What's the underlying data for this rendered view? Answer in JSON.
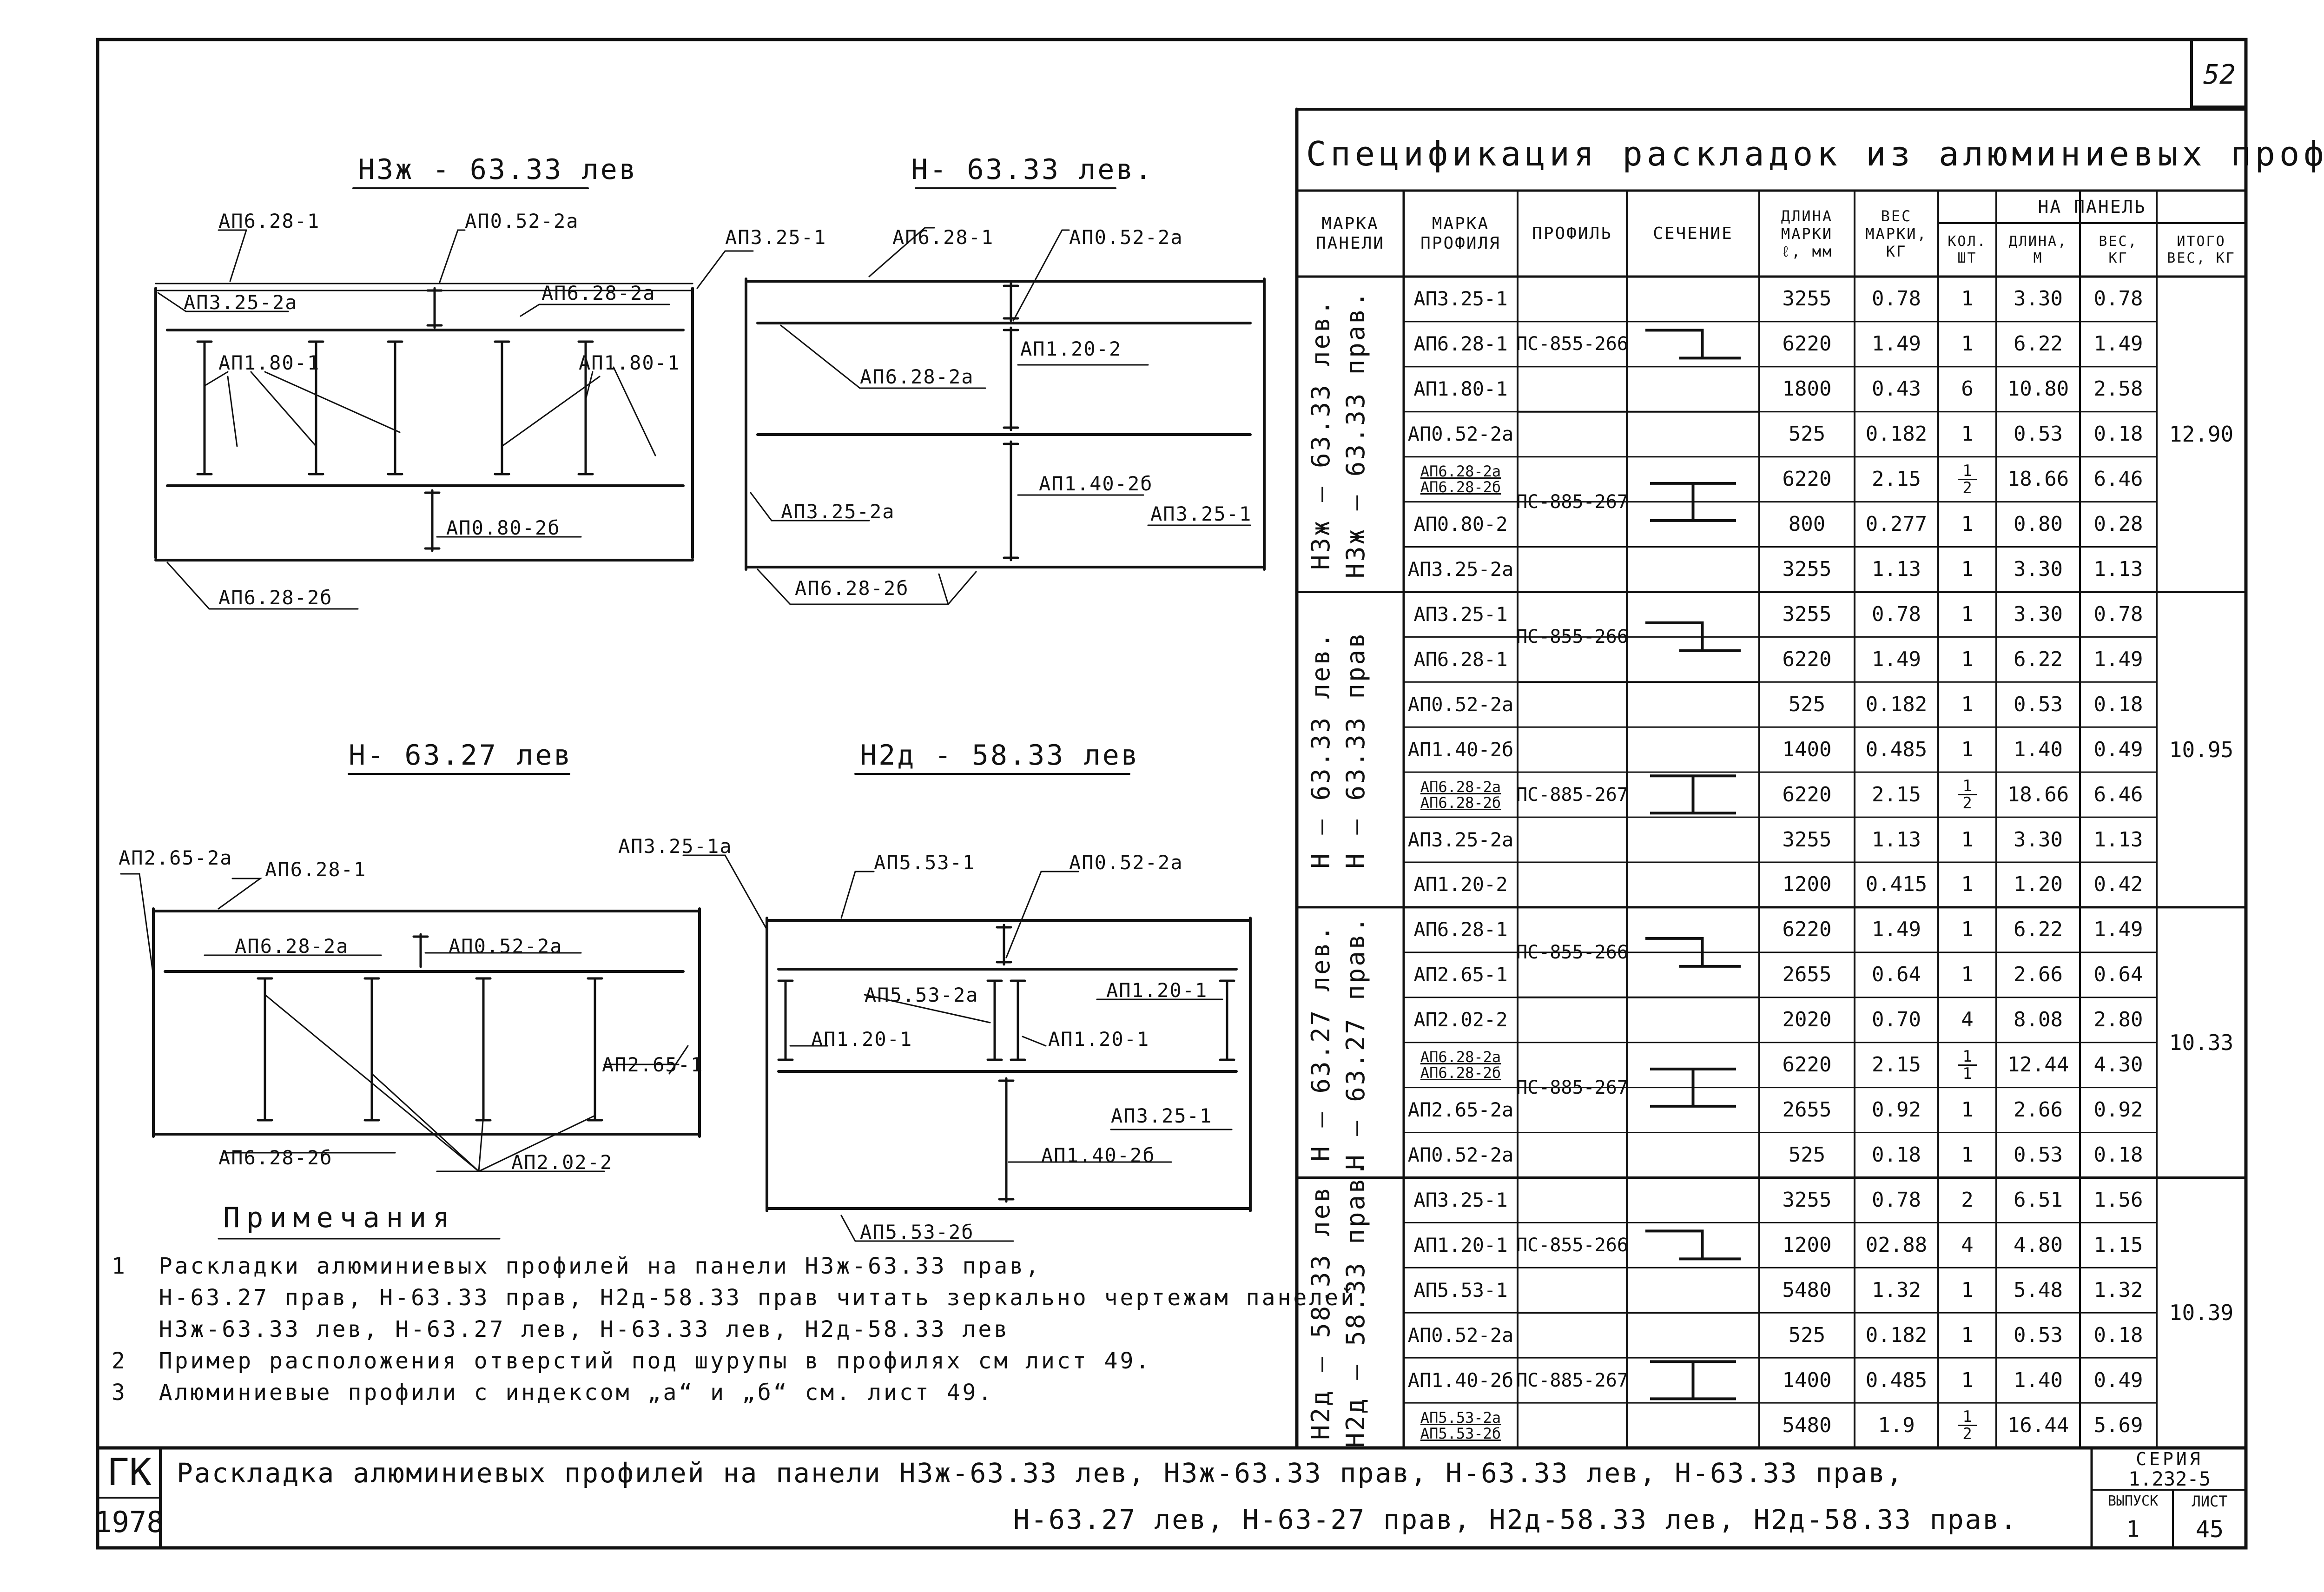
{
  "sheet_number": "52",
  "spec": {
    "title": "Спецификация раскладок из алюминиевых профилей",
    "headers": {
      "panel_mark": [
        "МАРКА",
        "ПАНЕЛИ"
      ],
      "profile_mark": [
        "МАРКА",
        "ПРОФИЛЯ"
      ],
      "profile": "ПРОФИЛЬ",
      "section": "СЕЧЕНИЕ",
      "length": [
        "ДЛИНА",
        "МАРКИ",
        "ℓ, мм"
      ],
      "weight": [
        "ВЕС",
        "МАРКИ,",
        "КГ"
      ],
      "per_panel": "НА ПАНЕЛЬ",
      "qty": [
        "КОЛ.",
        "ШТ"
      ],
      "len_m": [
        "ДЛИНА,",
        "М"
      ],
      "wt_kg": [
        "ВЕС,",
        "КГ"
      ],
      "total": [
        "ИТОГО",
        "ВЕС, КГ"
      ]
    },
    "groups": [
      {
        "panel": [
          "НЗж – 63.33 лев.",
          "НЗж – 63.33 прав."
        ],
        "total": "12.90",
        "profiles": [
          {
            "ps": "ПС-855-266",
            "section": "channel",
            "rows": [
              {
                "mark": "АП3.25-1",
                "len": "3255",
                "wt": "0.78",
                "qty": "1",
                "lm": "3.30",
                "kg": "0.78"
              },
              {
                "mark": "АП6.28-1",
                "len": "6220",
                "wt": "1.49",
                "qty": "1",
                "lm": "6.22",
                "kg": "1.49"
              },
              {
                "mark": "АП1.80-1",
                "len": "1800",
                "wt": "0.43",
                "qty": "6",
                "lm": "10.80",
                "kg": "2.58"
              }
            ]
          },
          {
            "ps": "ПС-885-267",
            "section": "ibeam",
            "rows": [
              {
                "mark": "АП0.52-2а",
                "len": "525",
                "wt": "0.182",
                "qty": "1",
                "lm": "0.53",
                "kg": "0.18"
              },
              {
                "mark": "АП6.28-2а",
                "mark2": "АП6.28-2б",
                "len": "6220",
                "wt": "2.15",
                "qty": "1/2",
                "lm": "18.66",
                "kg": "6.46"
              },
              {
                "mark": "АП0.80-2",
                "len": "800",
                "wt": "0.277",
                "qty": "1",
                "lm": "0.80",
                "kg": "0.28"
              },
              {
                "mark": "АП3.25-2а",
                "len": "3255",
                "wt": "1.13",
                "qty": "1",
                "lm": "3.30",
                "kg": "1.13"
              }
            ]
          }
        ]
      },
      {
        "panel": [
          "Н – 63.33 лев.",
          "Н – 63.33 прав"
        ],
        "total": "10.95",
        "profiles": [
          {
            "ps": "ПС-855-266",
            "section": "channel",
            "rows": [
              {
                "mark": "АП3.25-1",
                "len": "3255",
                "wt": "0.78",
                "qty": "1",
                "lm": "3.30",
                "kg": "0.78"
              },
              {
                "mark": "АП6.28-1",
                "len": "6220",
                "wt": "1.49",
                "qty": "1",
                "lm": "6.22",
                "kg": "1.49"
              }
            ]
          },
          {
            "ps": "ПС-885-267",
            "section": "ibeam",
            "rows": [
              {
                "mark": "АП0.52-2а",
                "len": "525",
                "wt": "0.182",
                "qty": "1",
                "lm": "0.53",
                "kg": "0.18"
              },
              {
                "mark": "АП1.40-2б",
                "len": "1400",
                "wt": "0.485",
                "qty": "1",
                "lm": "1.40",
                "kg": "0.49"
              },
              {
                "mark": "АП6.28-2а",
                "mark2": "АП6.28-2б",
                "len": "6220",
                "wt": "2.15",
                "qty": "1/2",
                "lm": "18.66",
                "kg": "6.46"
              },
              {
                "mark": "АП3.25-2а",
                "len": "3255",
                "wt": "1.13",
                "qty": "1",
                "lm": "3.30",
                "kg": "1.13"
              },
              {
                "mark": "АП1.20-2",
                "len": "1200",
                "wt": "0.415",
                "qty": "1",
                "lm": "1.20",
                "kg": "0.42"
              }
            ]
          }
        ]
      },
      {
        "panel": [
          "Н – 63.27 лев.",
          "Н – 63.27 прав."
        ],
        "total": "10.33",
        "profiles": [
          {
            "ps": "ПС-855-266",
            "section": "channel",
            "rows": [
              {
                "mark": "АП6.28-1",
                "len": "6220",
                "wt": "1.49",
                "qty": "1",
                "lm": "6.22",
                "kg": "1.49"
              },
              {
                "mark": "АП2.65-1",
                "len": "2655",
                "wt": "0.64",
                "qty": "1",
                "lm": "2.66",
                "kg": "0.64"
              }
            ]
          },
          {
            "ps": "ПС-885-267",
            "section": "ibeam",
            "rows": [
              {
                "mark": "АП2.02-2",
                "len": "2020",
                "wt": "0.70",
                "qty": "4",
                "lm": "8.08",
                "kg": "2.80"
              },
              {
                "mark": "АП6.28-2а",
                "mark2": "АП6.28-2б",
                "len": "6220",
                "wt": "2.15",
                "qty": "1/1",
                "lm": "12.44",
                "kg": "4.30"
              },
              {
                "mark": "АП2.65-2а",
                "len": "2655",
                "wt": "0.92",
                "qty": "1",
                "lm": "2.66",
                "kg": "0.92"
              },
              {
                "mark": "АП0.52-2а",
                "len": "525",
                "wt": "0.18",
                "qty": "1",
                "lm": "0.53",
                "kg": "0.18"
              }
            ]
          }
        ]
      },
      {
        "panel": [
          "Н2д – 58.33 лев",
          "Н2д – 58.33 прав."
        ],
        "total": "10.39",
        "profiles": [
          {
            "ps": "ПС-855-266",
            "section": "channel",
            "rows": [
              {
                "mark": "АП3.25-1",
                "len": "3255",
                "wt": "0.78",
                "qty": "2",
                "lm": "6.51",
                "kg": "1.56"
              },
              {
                "mark": "АП1.20-1",
                "len": "1200",
                "wt": "02.88",
                "qty": "4",
                "lm": "4.80",
                "kg": "1.15"
              },
              {
                "mark": "АП5.53-1",
                "len": "5480",
                "wt": "1.32",
                "qty": "1",
                "lm": "5.48",
                "kg": "1.32"
              }
            ]
          },
          {
            "ps": "ПС-885-267",
            "section": "ibeam",
            "rows": [
              {
                "mark": "АП0.52-2а",
                "len": "525",
                "wt": "0.182",
                "qty": "1",
                "lm": "0.53",
                "kg": "0.18"
              },
              {
                "mark": "АП1.40-2б",
                "len": "1400",
                "wt": "0.485",
                "qty": "1",
                "lm": "1.40",
                "kg": "0.49"
              },
              {
                "mark": "АП5.53-2а",
                "mark2": "АП5.53-2б",
                "len": "5480",
                "wt": "1.9",
                "qty": "1/2",
                "lm": "16.44",
                "kg": "5.69"
              }
            ]
          }
        ]
      }
    ]
  },
  "drawings": {
    "d1": {
      "title": "НЗж - 63.33 лев",
      "labels": [
        "АП6.28-1",
        "АП0.52-2а",
        "АП3.25-2а",
        "АП6.28-2а",
        "АП1.80-1",
        "АП1.80-1",
        "АП0.80-2б",
        "АП6.28-2б"
      ]
    },
    "d2": {
      "title": "Н- 63.33 лев.",
      "labels": [
        "АП3.25-1",
        "АП6.28-1",
        "АП0.52-2а",
        "АП1.20-2",
        "АП6.28-2а",
        "АП1.40-2б",
        "АП3.25-2а",
        "АП3.25-1",
        "АП6.28-2б"
      ]
    },
    "d3": {
      "title": "Н- 63.27 лев",
      "labels": [
        "АП2.65-2а",
        "АП6.28-1",
        "АП6.28-2а",
        "АП0.52-2а",
        "АП2.65-1",
        "АП6.28-2б",
        "АП2.02-2"
      ]
    },
    "d4": {
      "title": "Н2д - 58.33 лев",
      "labels": [
        "АП3.25-1а",
        "АП5.53-1",
        "АП0.52-2а",
        "АП5.53-2а",
        "АП1.20-1",
        "АП1.20-1",
        "АП1.20-1",
        "АП3.25-1",
        "АП1.40-2б",
        "АП5.53-2б"
      ]
    }
  },
  "notes": {
    "heading": "Примечания",
    "items": [
      "1  Раскладки алюминиевых профилей на панели НЗж-63.33 прав,",
      "   Н-63.27 прав, Н-63.33 прав, Н2д-58.33 прав читать зеркально чертежам панелей",
      "   НЗж-63.33 лев, Н-63.27 лев, Н-63.33 лев, Н2д-58.33 лев",
      "2  Пример расположения отверстий под шурупы в профилях см лист 49.",
      "3  Алюминиевые профили с индексом „а“ и „б“ см. лист 49."
    ]
  },
  "title_block": {
    "org": "ГК",
    "year": "1978",
    "line1": "Раскладка алюминиевых профилей на панели НЗж-63.33 лев, НЗж-63.33 прав, Н-63.33 лев, Н-63.33 прав,",
    "line2": "Н-63.27 лев, Н-63-27 прав, Н2д-58.33 лев, Н2д-58.33 прав.",
    "series_label": "СЕРИЯ",
    "series": "1.232-5",
    "issue_label": "ВЫПУСК",
    "issue": "1",
    "sheet_label": "ЛИСТ",
    "sheet": "45"
  }
}
